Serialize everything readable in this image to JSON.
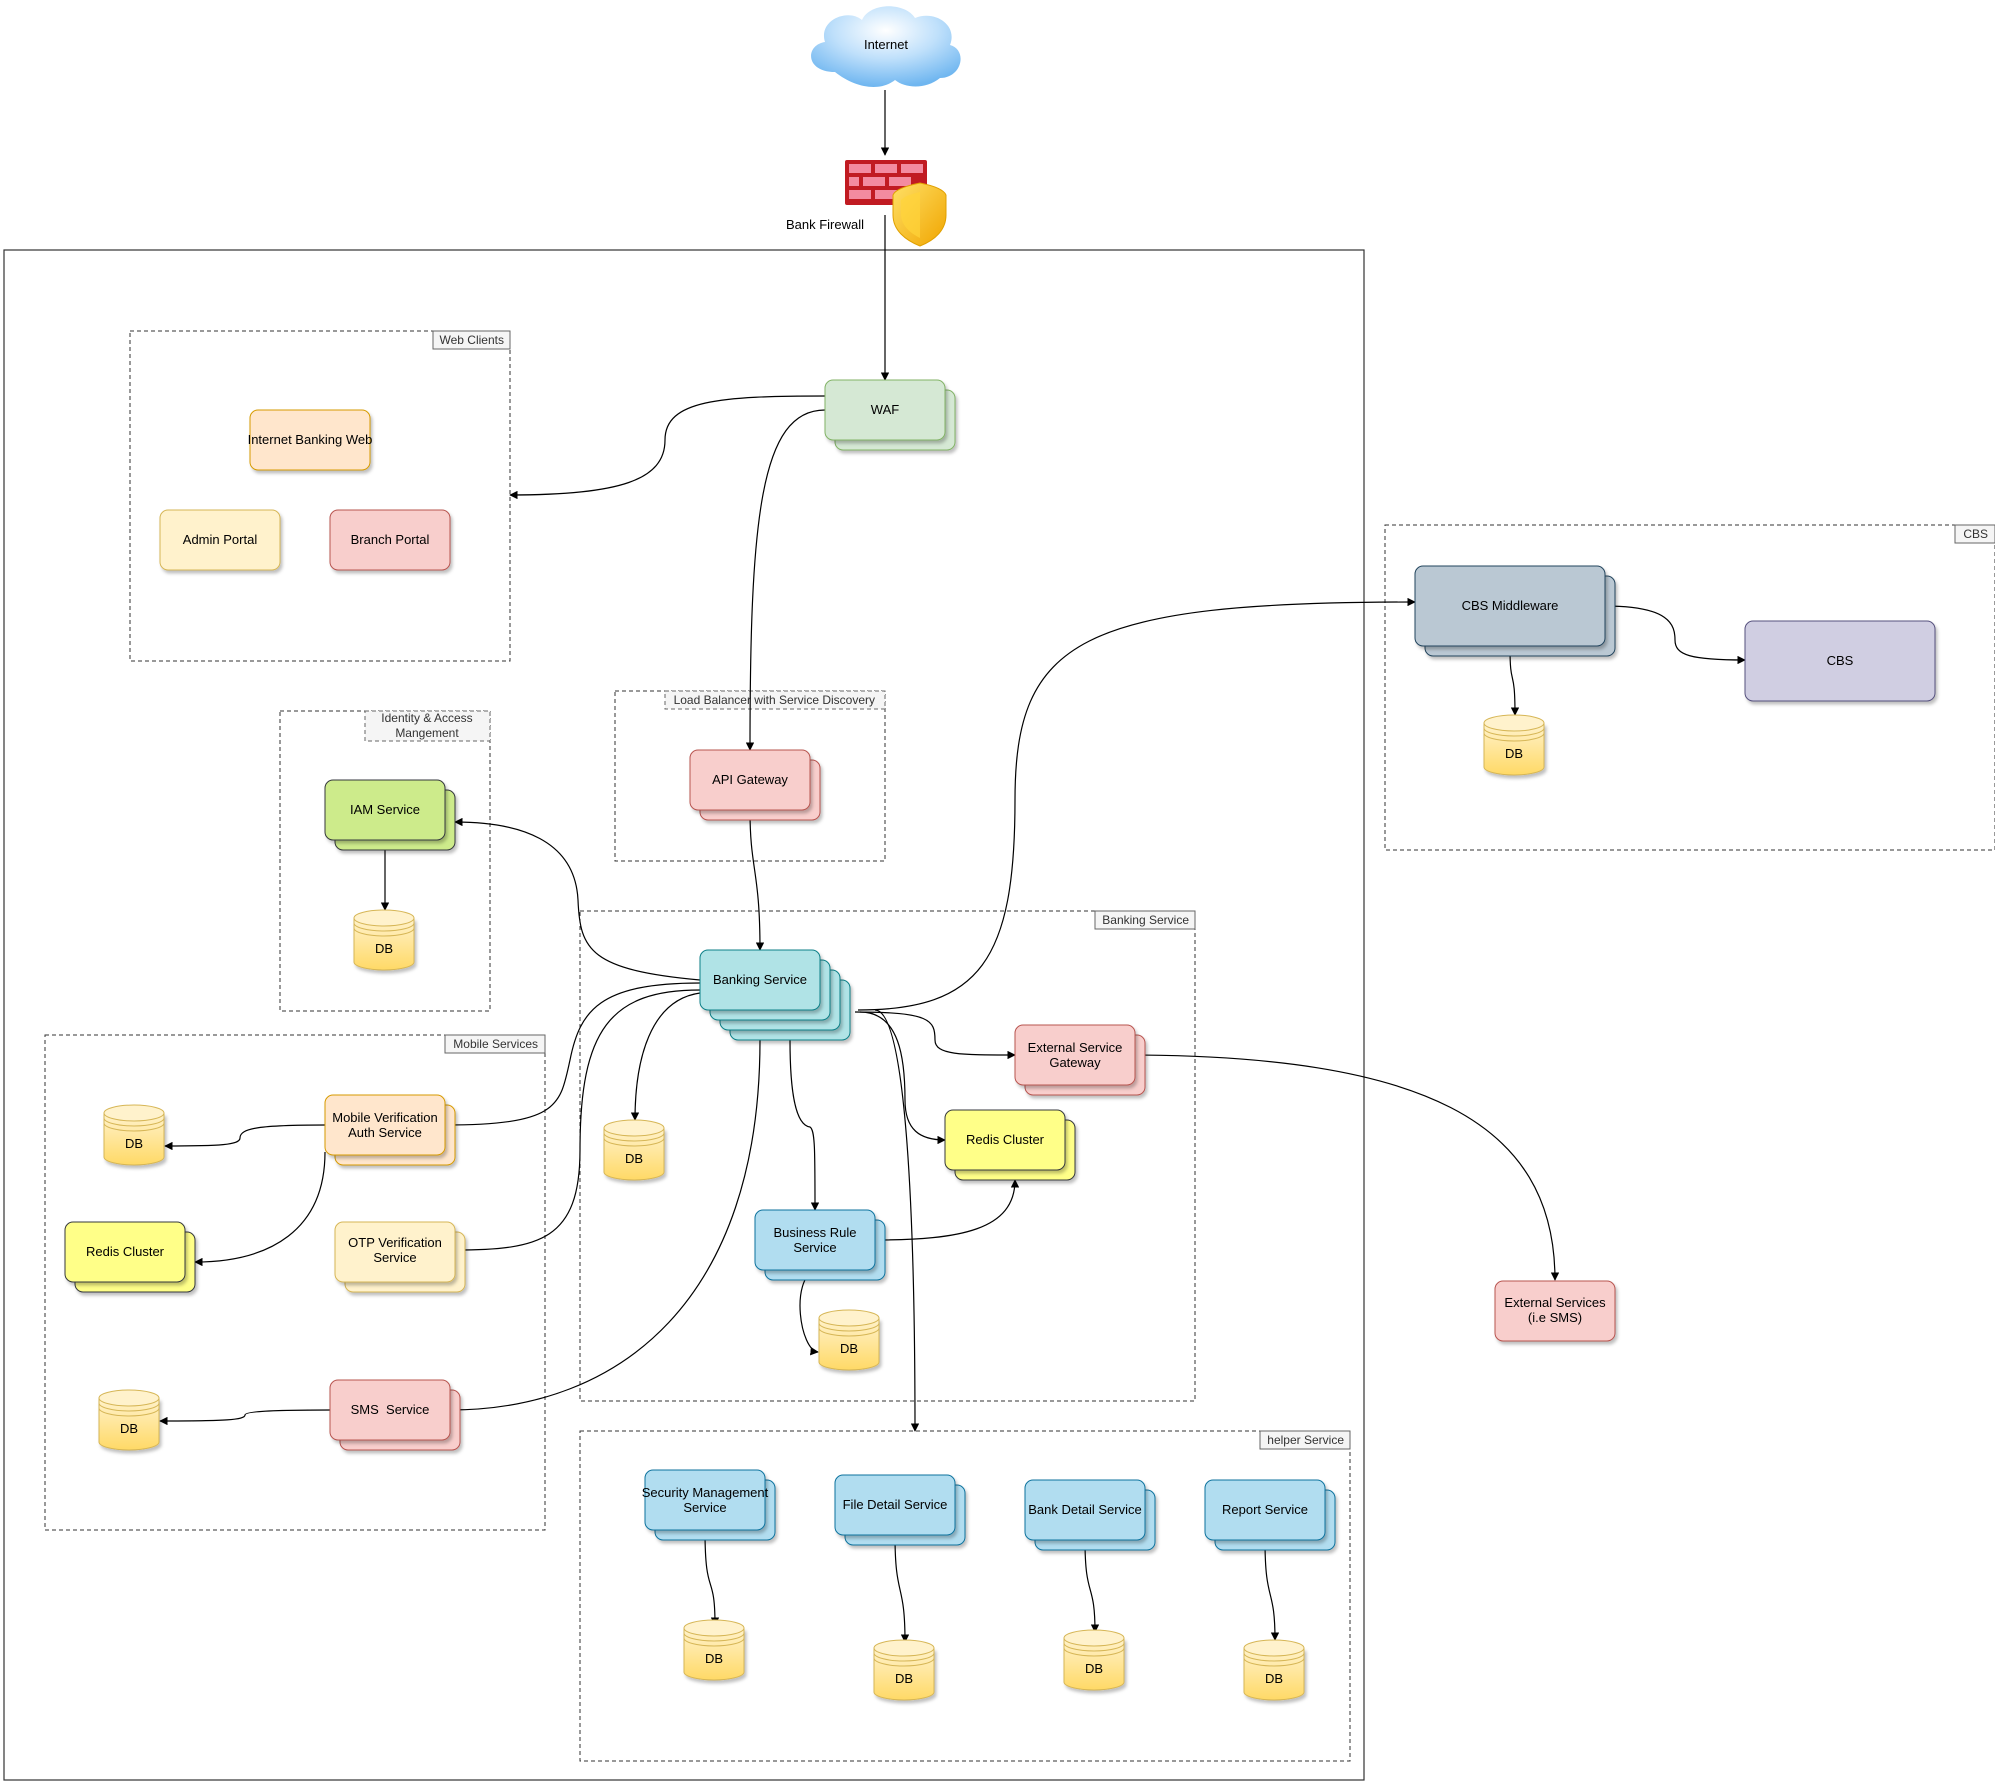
{
  "title_nodes": {
    "internet": "Internet",
    "firewall": "Bank Firewall"
  },
  "groups": {
    "web_clients": "Web Clients",
    "iam": [
      "Identity & Access",
      "Mangement"
    ],
    "load_balancer": "Load Balancer with Service Discovery",
    "banking": "Banking Service",
    "mobile": "Mobile Services",
    "helper": "helper Service",
    "cbs": "CBS"
  },
  "nodes": {
    "waf": "WAF",
    "internet_banking_web": "Internet Banking Web",
    "admin_portal": "Admin Portal",
    "branch_portal": "Branch Portal",
    "iam_service": "IAM Service",
    "api_gateway": "API Gateway",
    "banking_service": "Banking Service",
    "external_service_gateway": [
      "External Service",
      "Gateway"
    ],
    "redis_cluster_banking": "Redis Cluster",
    "business_rule_service": [
      "Business Rule",
      "Service"
    ],
    "mobile_verification": [
      "Mobile Verification",
      "Auth Service"
    ],
    "redis_cluster_mobile": "Redis Cluster",
    "otp_verification": [
      "OTP Verification",
      "Service"
    ],
    "sms_service": "SMS  Service",
    "security_management": [
      "Security Management",
      "Service"
    ],
    "file_detail": "File Detail Service",
    "bank_detail": "Bank Detail Service",
    "report_service": "Report Service",
    "cbs_middleware": "CBS Middleware",
    "cbs": "CBS",
    "external_services": [
      "External Services",
      "(i.e SMS)"
    ]
  },
  "db_label": "DB",
  "colors": {
    "waf": "#d5e8d4",
    "internet_banking_web": "#ffe6cc",
    "admin_portal": "#fff2cc",
    "pink": "#f8cecc",
    "iam": "#cdeb8b",
    "teal": "#b0e3e6",
    "yellow": "#ffff88",
    "blue": "#b1ddf0",
    "cbs_middleware": "#bac8d3",
    "cbs": "#d0cee2",
    "db_fill": "#ffd966"
  }
}
